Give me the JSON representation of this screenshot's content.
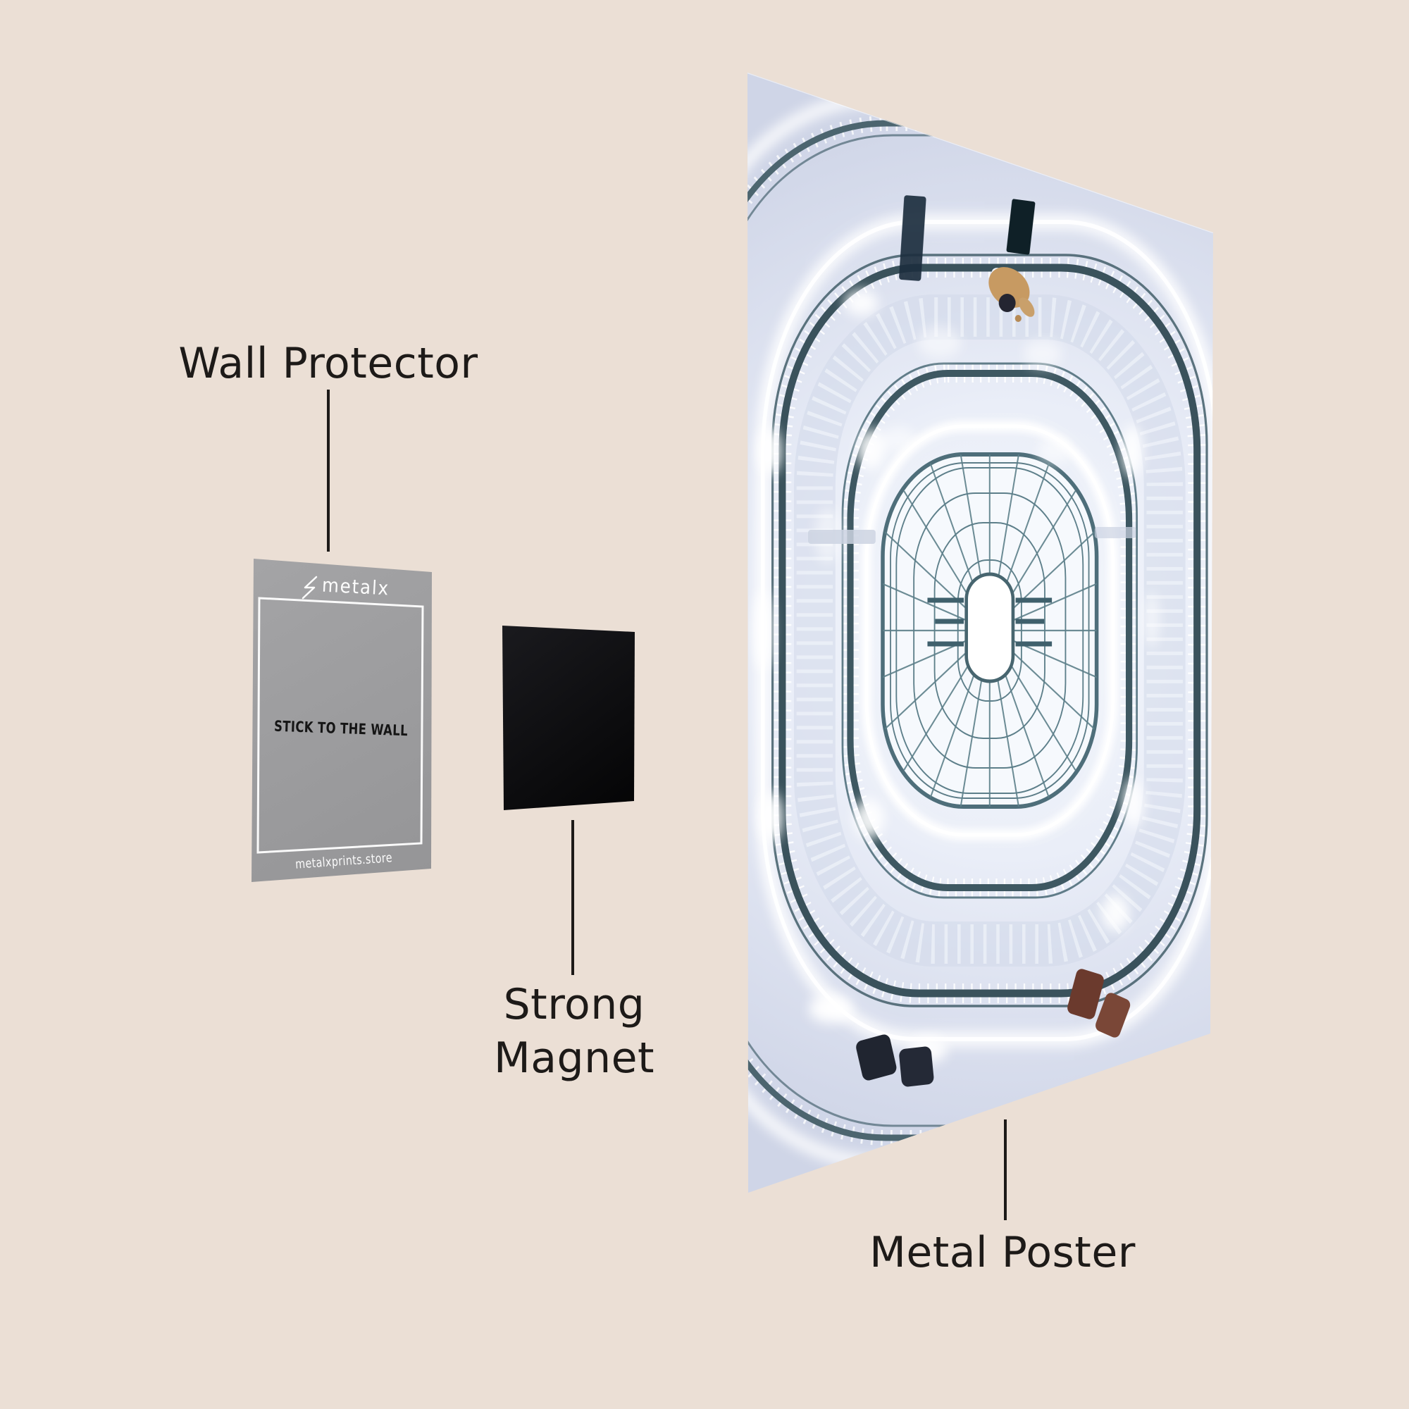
{
  "scene": {
    "background_color": "#ebdfd5",
    "label_text_color": "#1d1a18",
    "leader_line_color": "#1d1a18"
  },
  "callouts": {
    "wall_protector": {
      "label": "Wall Protector"
    },
    "strong_magnet": {
      "label_line1": "Strong",
      "label_line2": "Magnet"
    },
    "metal_poster": {
      "label": "Metal Poster"
    }
  },
  "wall_protector_card": {
    "brand_logo_text": "metalx",
    "center_text": "STICK TO THE WALL",
    "footer_text": "metalxprints.store",
    "card_color": "#9b9b9d",
    "border_color": "#fafafa",
    "center_text_color": "#151515",
    "logo_text_color": "#fdfdfd"
  },
  "magnet": {
    "color": "#0b0b0d"
  },
  "poster": {
    "description": "Upward view of a bright rotunda atrium: concentric oval balconies with ornate dark railings, glowing white light rings, a central oval glass skylight with radial grid, a person leaning over the top railing and chairs on the lower balconies",
    "palette": {
      "base_light": "#f2f5fb",
      "base_shadow": "#cfd5e7",
      "railing": "#3e5862",
      "glass_lines": "#5d7f8a",
      "glow": "#ffffff",
      "person_coat": "#c79a62",
      "chair_brown": "#6b3a2d"
    }
  }
}
